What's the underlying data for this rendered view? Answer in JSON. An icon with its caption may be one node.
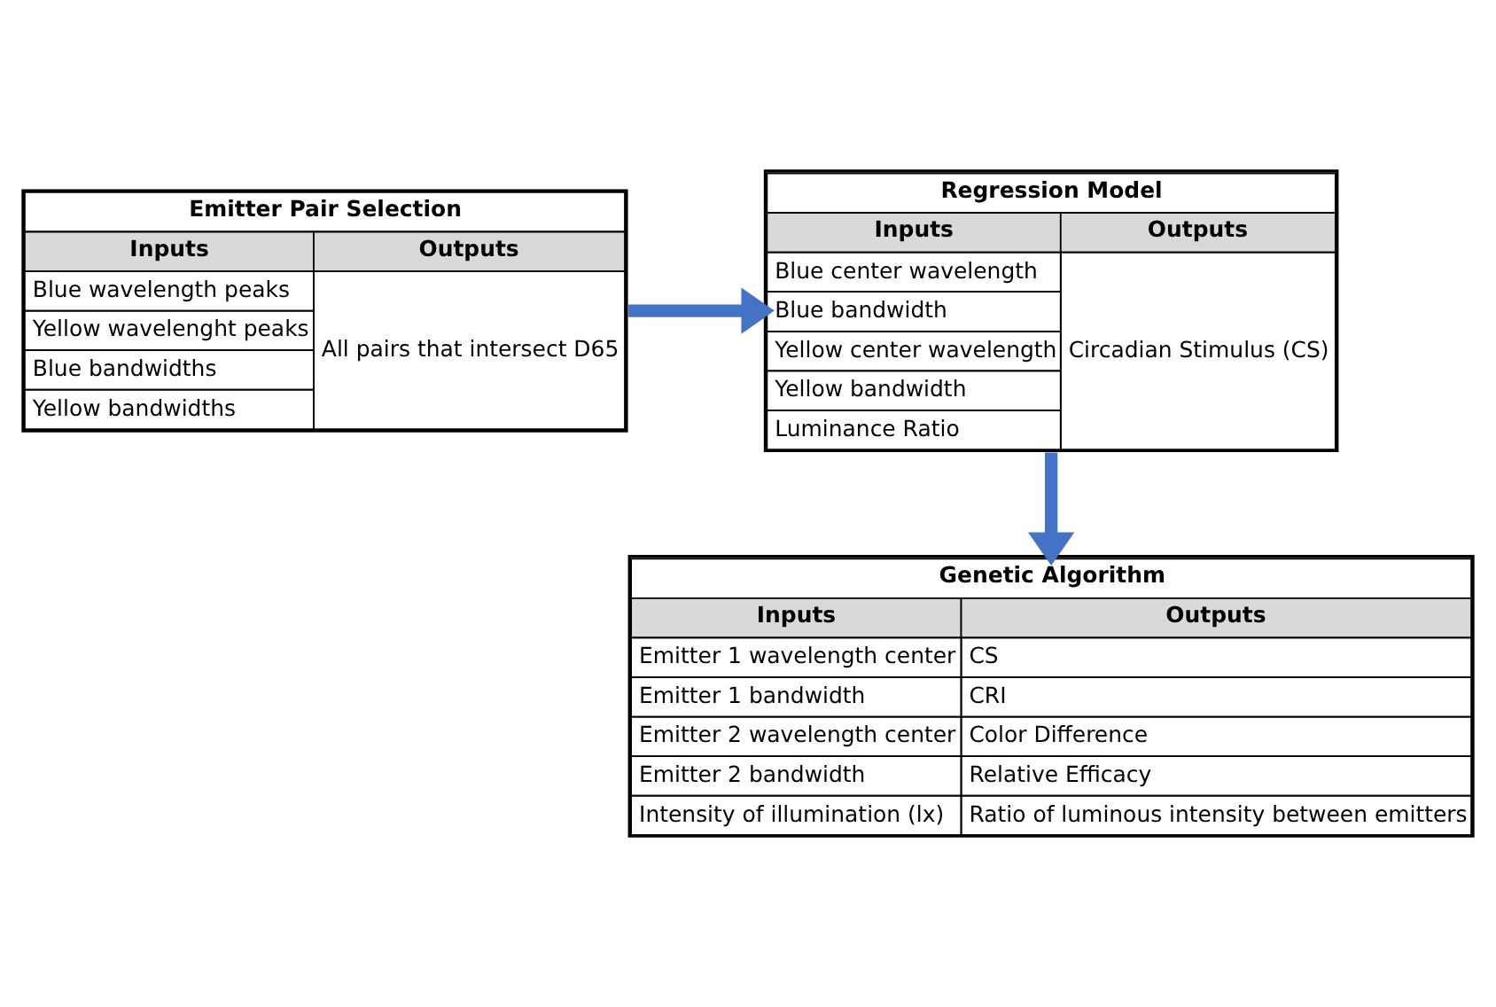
{
  "diagram": {
    "nodes": [
      {
        "text": [
          "Emitter Pair Selection",
          "Inputs",
          "Outputs",
          "Blue wavelength peaks",
          "Yellow wavelenght peaks",
          "Blue bandwidths",
          "Yellow bandwidths",
          "All pairs that intersect D65"
        ]
      },
      {
        "text": [
          "Regression Model",
          "Inputs",
          "Outputs",
          "Blue center wavelength",
          "Blue bandwidth",
          "Yellow center wavelength",
          "Yellow bandwidth",
          "Luminance Ratio",
          "Circadian Stimulus (CS)"
        ]
      },
      {
        "text": [
          "Genetic Algorithm",
          "Inputs",
          "Outputs",
          "Emitter 1 wavelength center",
          "Emitter 1 bandwidth",
          "Emitter 2 wavelength center",
          "Emitter 2 bandwidth",
          "Intensity of illumination (lx)",
          "CS",
          "CRI",
          "Color Difference",
          "Relative Efficacy",
          "Ratio of luminous intensity between emitters"
        ]
      }
    ],
    "edges": [
      {
        "from": 0,
        "to": 1,
        "arrow": "to"
      },
      {
        "from": 1,
        "to": 2,
        "arrow": "to"
      }
    ]
  }
}
